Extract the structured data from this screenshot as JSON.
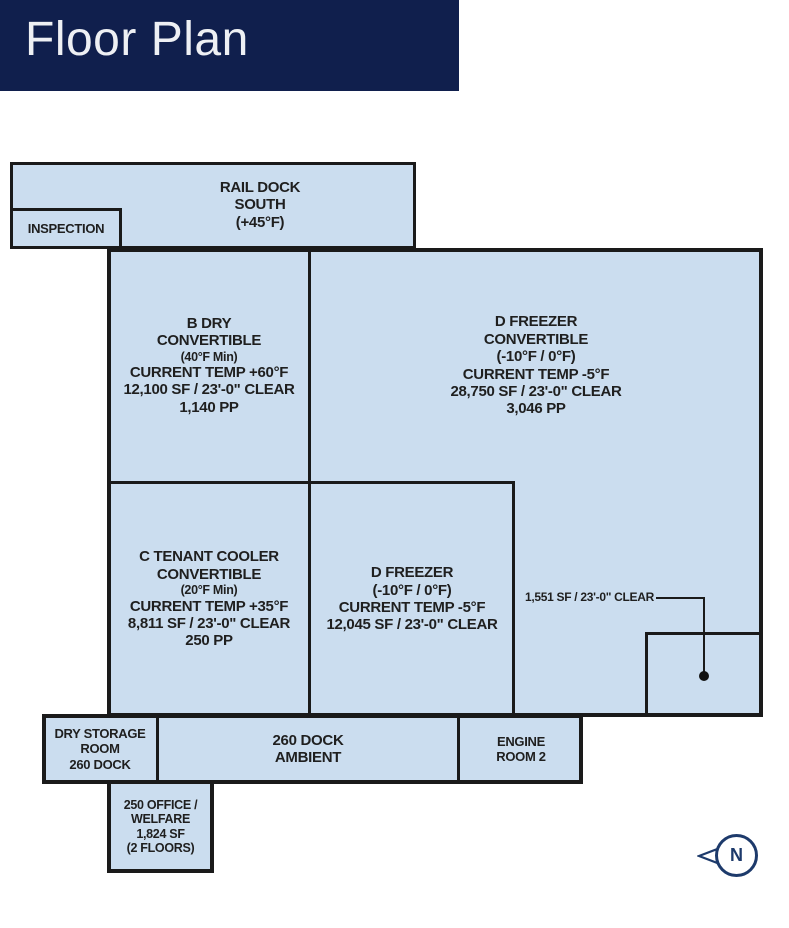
{
  "header": {
    "title": "Floor Plan"
  },
  "colors": {
    "banner": "#101f4d",
    "room_fill": "#cbddef",
    "wall": "#1a1a1a",
    "text": "#1f1f1f",
    "north": "#1d3a6b"
  },
  "rooms": {
    "rail_dock": {
      "lines": [
        "RAIL DOCK",
        "SOUTH",
        "(+45°F)"
      ]
    },
    "inspection": {
      "label": "INSPECTION"
    },
    "b_dry": {
      "lines": [
        "B DRY",
        "CONVERTIBLE",
        "(40°F Min)",
        "CURRENT TEMP +60°F",
        "12,100 SF / 23'-0\" CLEAR",
        "1,140 PP"
      ]
    },
    "d_freezer_convertible": {
      "lines": [
        "D FREEZER",
        "CONVERTIBLE",
        "(-10°F / 0°F)",
        "CURRENT TEMP -5°F",
        "28,750 SF / 23'-0\" CLEAR",
        "3,046 PP"
      ]
    },
    "c_tenant_cooler": {
      "lines": [
        "C TENANT COOLER",
        "CONVERTIBLE",
        "(20°F Min)",
        "CURRENT TEMP +35°F",
        "8,811 SF / 23'-0\" CLEAR",
        "250 PP"
      ]
    },
    "d_freezer": {
      "lines": [
        "D FREEZER",
        "(-10°F / 0°F)",
        "CURRENT TEMP -5°F",
        "12,045 SF / 23'-0\" CLEAR"
      ]
    },
    "dry_storage": {
      "lines": [
        "DRY STORAGE",
        "ROOM",
        "260 DOCK"
      ]
    },
    "dock_260": {
      "lines": [
        "260 DOCK",
        "AMBIENT"
      ]
    },
    "engine_room_2": {
      "lines": [
        "ENGINE",
        "ROOM 2"
      ]
    },
    "office_250": {
      "lines": [
        "250 OFFICE /",
        "WELFARE",
        "1,824 SF",
        "(2 FLOORS)"
      ]
    }
  },
  "callout": {
    "label": "1,551 SF / 23'-0\" CLEAR"
  },
  "north_indicator": {
    "label": "N"
  }
}
